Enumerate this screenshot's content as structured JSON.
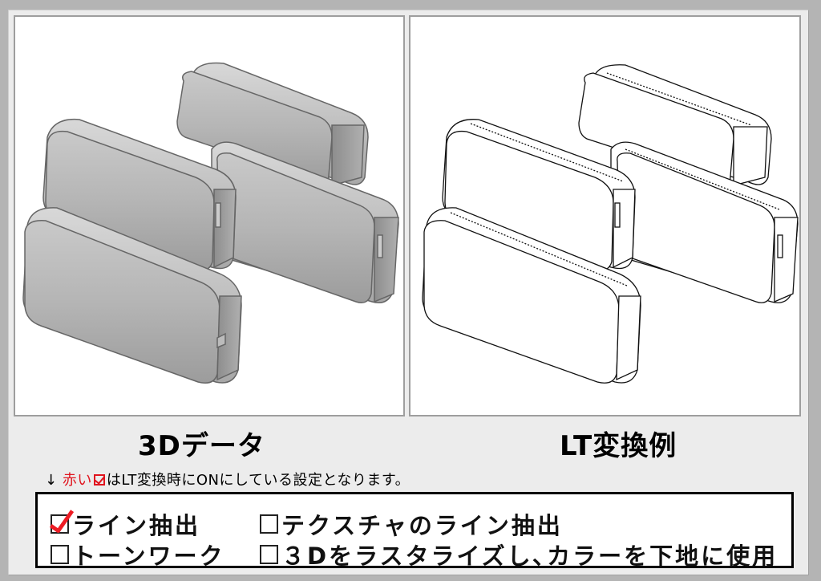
{
  "panels": {
    "left": {
      "caption": "3Dデータ",
      "image": "3d-rendered-pencil-pouches"
    },
    "right": {
      "caption": "LT変換例",
      "image": "line-art-pencil-pouches"
    }
  },
  "note": {
    "arrow": "↓",
    "red_text": "赤い",
    "text": "はLT変換時にONにしている設定となります。"
  },
  "options": [
    {
      "label": "ライン抽出",
      "checked": true
    },
    {
      "label": "テクスチャのライン抽出",
      "checked": false
    },
    {
      "label": "トーンワーク",
      "checked": false
    },
    {
      "label": "３Dをラスタライズし､カラーを下地に使用",
      "checked": false
    }
  ],
  "colors": {
    "background": "#b4b4b4",
    "sheet": "#ececec",
    "accent_red": "#e0141e"
  }
}
